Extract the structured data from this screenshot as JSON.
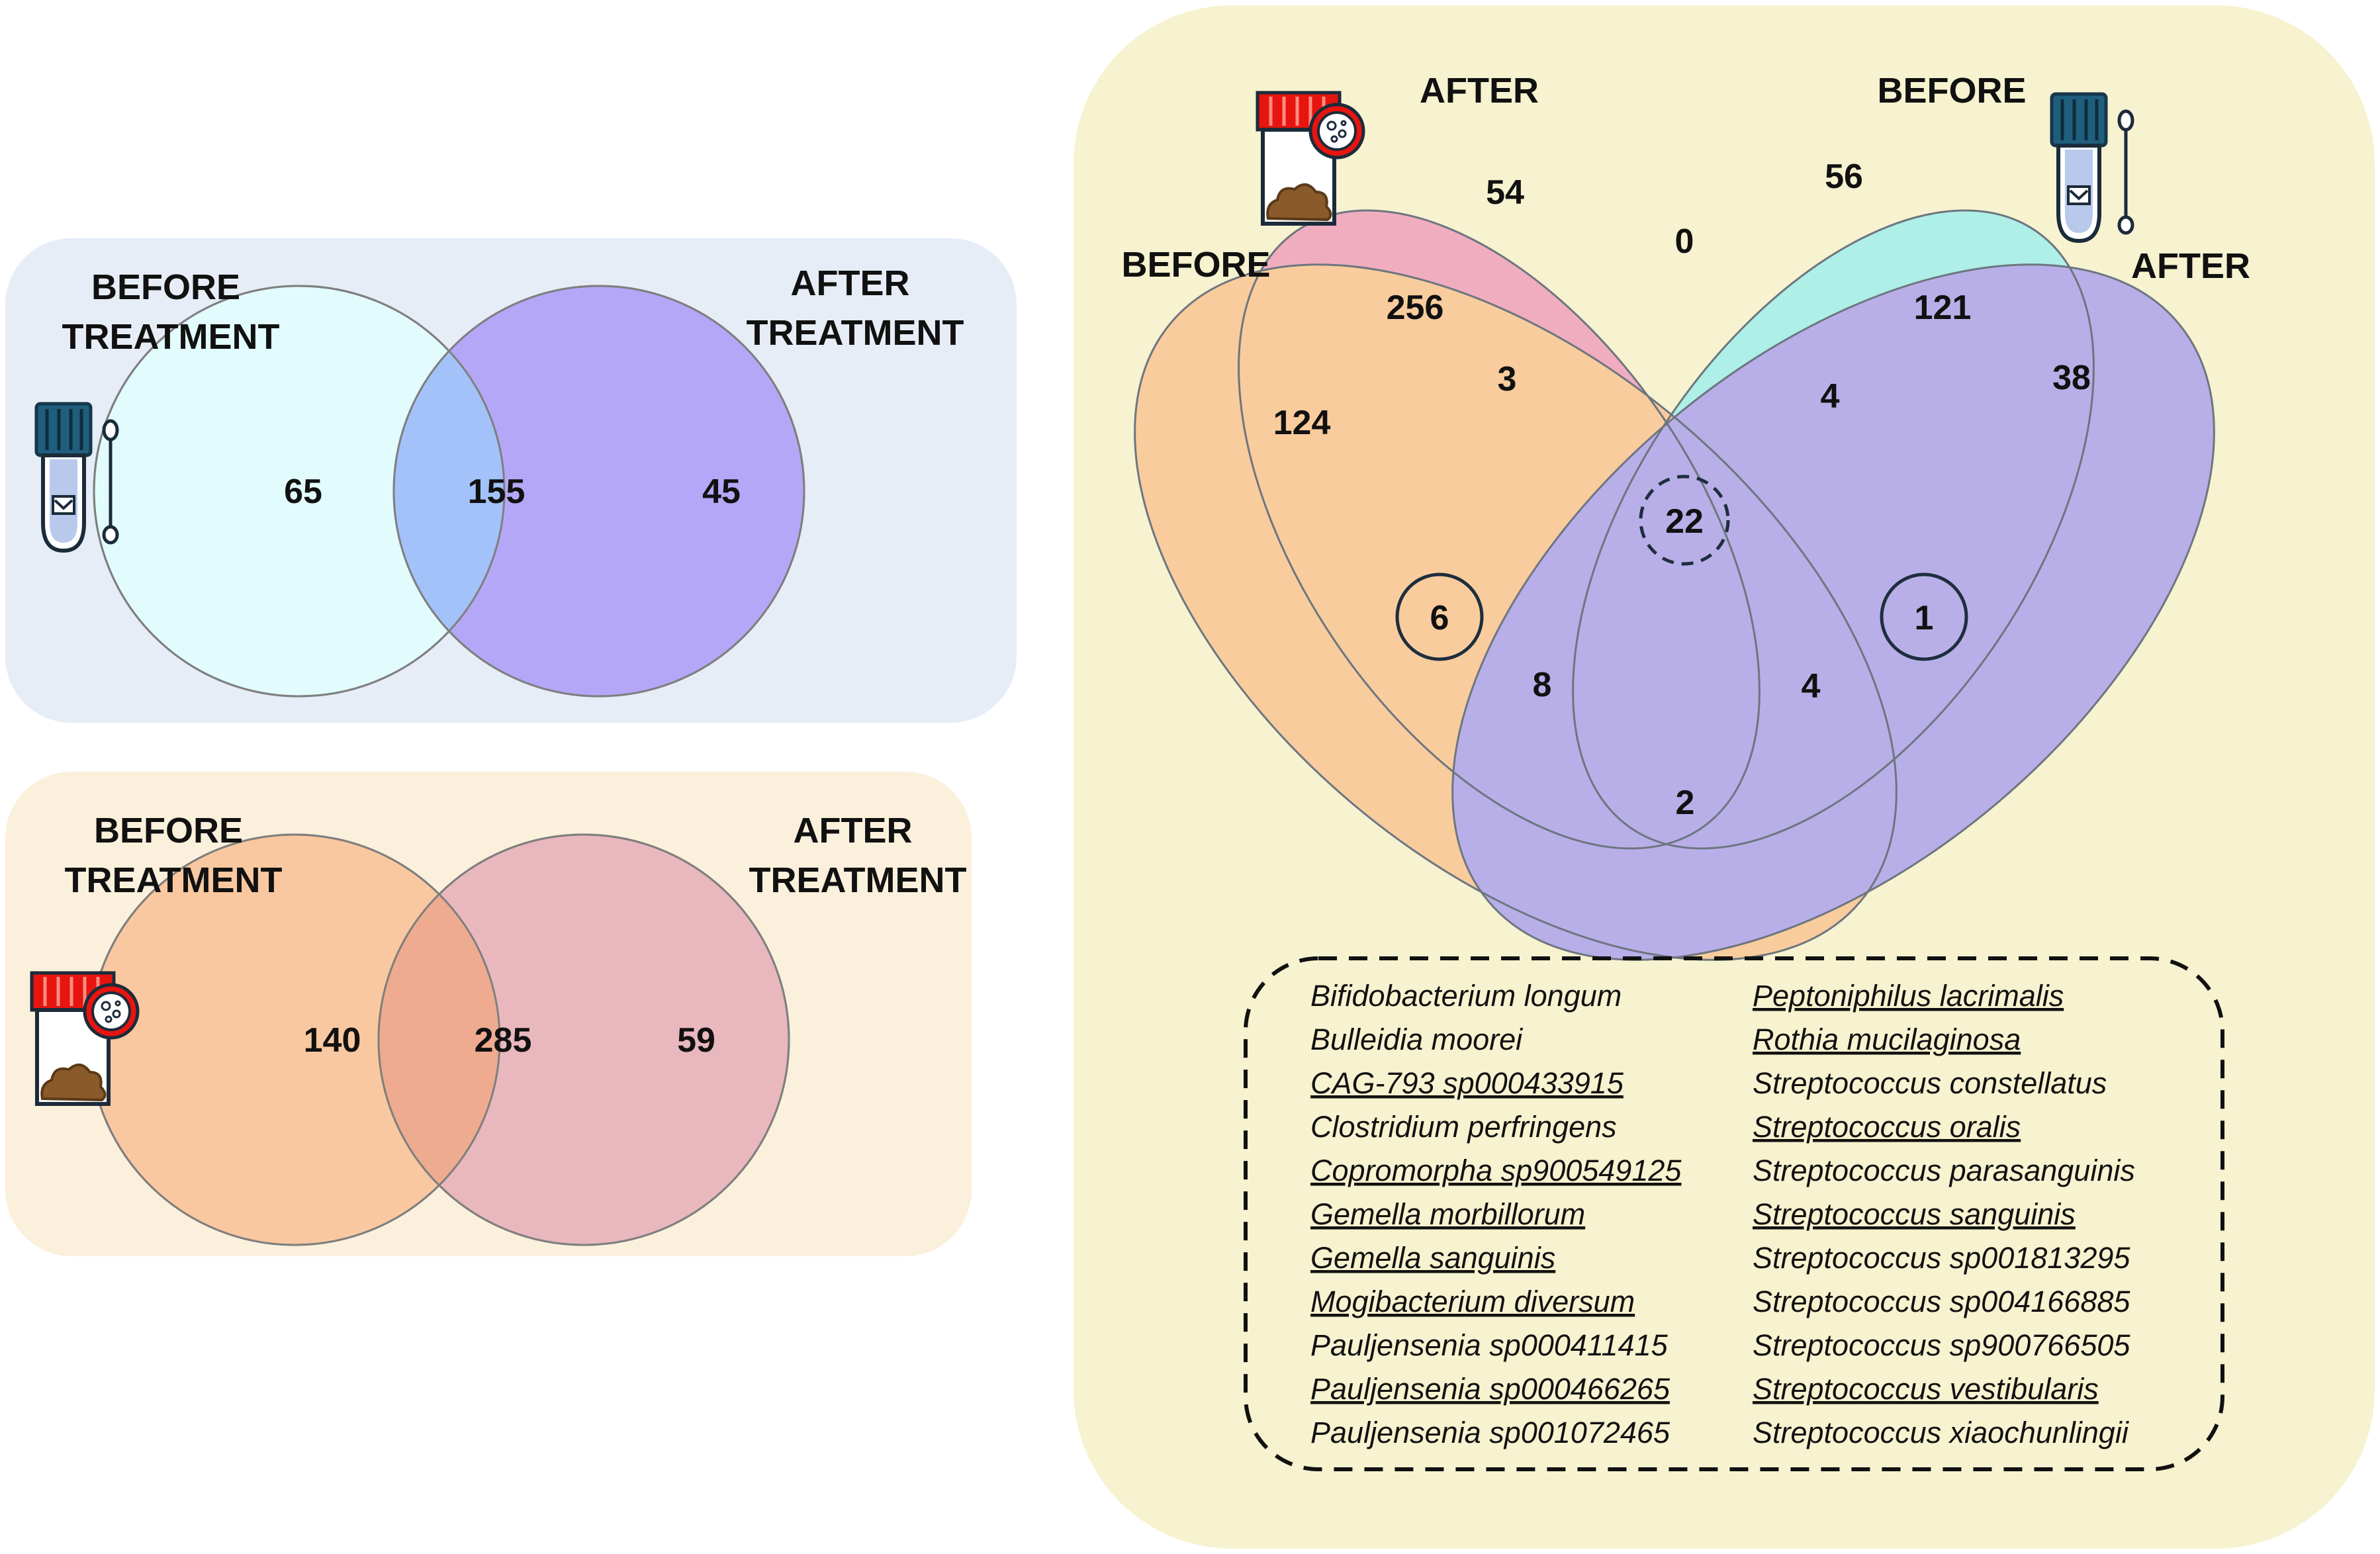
{
  "venn_swab": {
    "left_label": [
      "BEFORE",
      "TREATMENT"
    ],
    "right_label": [
      "AFTER",
      "TREATMENT"
    ],
    "values": {
      "before_only": "65",
      "shared": "155",
      "after_only": "45"
    },
    "colors": {
      "panel": "#e6edf7",
      "left": "#e2fcfd",
      "right": "#b5a7f7",
      "overlap": "#a3c2fa"
    }
  },
  "venn_stool": {
    "left_label": [
      "BEFORE",
      "TREATMENT"
    ],
    "right_label": [
      "AFTER",
      "TREATMENT"
    ],
    "values": {
      "before_only": "140",
      "shared": "285",
      "after_only": "59"
    },
    "colors": {
      "panel": "#fbf0dc",
      "left": "#fac8a0",
      "right": "#e9b8be",
      "overlap": "#efab8f"
    }
  },
  "venn_four": {
    "labels": {
      "stool_after": "AFTER",
      "swab_before": "BEFORE",
      "stool_before": "BEFORE",
      "swab_after": "AFTER"
    },
    "values": {
      "stool_after_only": "54",
      "swab_before_only": "56",
      "stool_before_only": "124",
      "swab_after_only": "38",
      "top_center": "0",
      "stool_before_after": "256",
      "swab_before_after": "121",
      "left_triple": "3",
      "right_triple": "4",
      "all_four": "22",
      "circled_left": "6",
      "circled_right": "1",
      "lower_left": "8",
      "lower_right": "4",
      "bottom": "2"
    },
    "colors": {
      "panel": "#f7f2cf",
      "pink": "#ec80b5",
      "cyan": "#7feef7",
      "orange": "#fbb37d",
      "purple": "#8f84fa"
    }
  },
  "species_list": {
    "left_column": [
      {
        "name": "Bifidobacterium longum",
        "underlined": false
      },
      {
        "name": "Bulleidia moorei",
        "underlined": false
      },
      {
        "name": "CAG-793 sp000433915",
        "underlined": true
      },
      {
        "name": "Clostridium perfringens",
        "underlined": false
      },
      {
        "name": "Copromorpha sp900549125",
        "underlined": true
      },
      {
        "name": "Gemella morbillorum",
        "underlined": true
      },
      {
        "name": "Gemella sanguinis",
        "underlined": true
      },
      {
        "name": "Mogibacterium diversum",
        "underlined": true
      },
      {
        "name": "Pauljensenia sp000411415",
        "underlined": false
      },
      {
        "name": "Pauljensenia sp000466265",
        "underlined": true
      },
      {
        "name": "Pauljensenia sp001072465",
        "underlined": false
      }
    ],
    "right_column": [
      {
        "name": "Peptoniphilus lacrimalis",
        "underlined": true
      },
      {
        "name": "Rothia mucilaginosa",
        "underlined": true
      },
      {
        "name": "Streptococcus constellatus",
        "underlined": false
      },
      {
        "name": "Streptococcus oralis",
        "underlined": true
      },
      {
        "name": "Streptococcus parasanguinis",
        "underlined": false
      },
      {
        "name": "Streptococcus sanguinis",
        "underlined": true
      },
      {
        "name": "Streptococcus sp001813295",
        "underlined": false
      },
      {
        "name": "Streptococcus sp004166885",
        "underlined": false
      },
      {
        "name": "Streptococcus sp900766505",
        "underlined": false
      },
      {
        "name": "Streptococcus vestibularis",
        "underlined": true
      },
      {
        "name": "Streptococcus xiaochunlingii",
        "underlined": false
      }
    ]
  },
  "icons": [
    "swab-tube-icon",
    "stool-container-icon"
  ]
}
